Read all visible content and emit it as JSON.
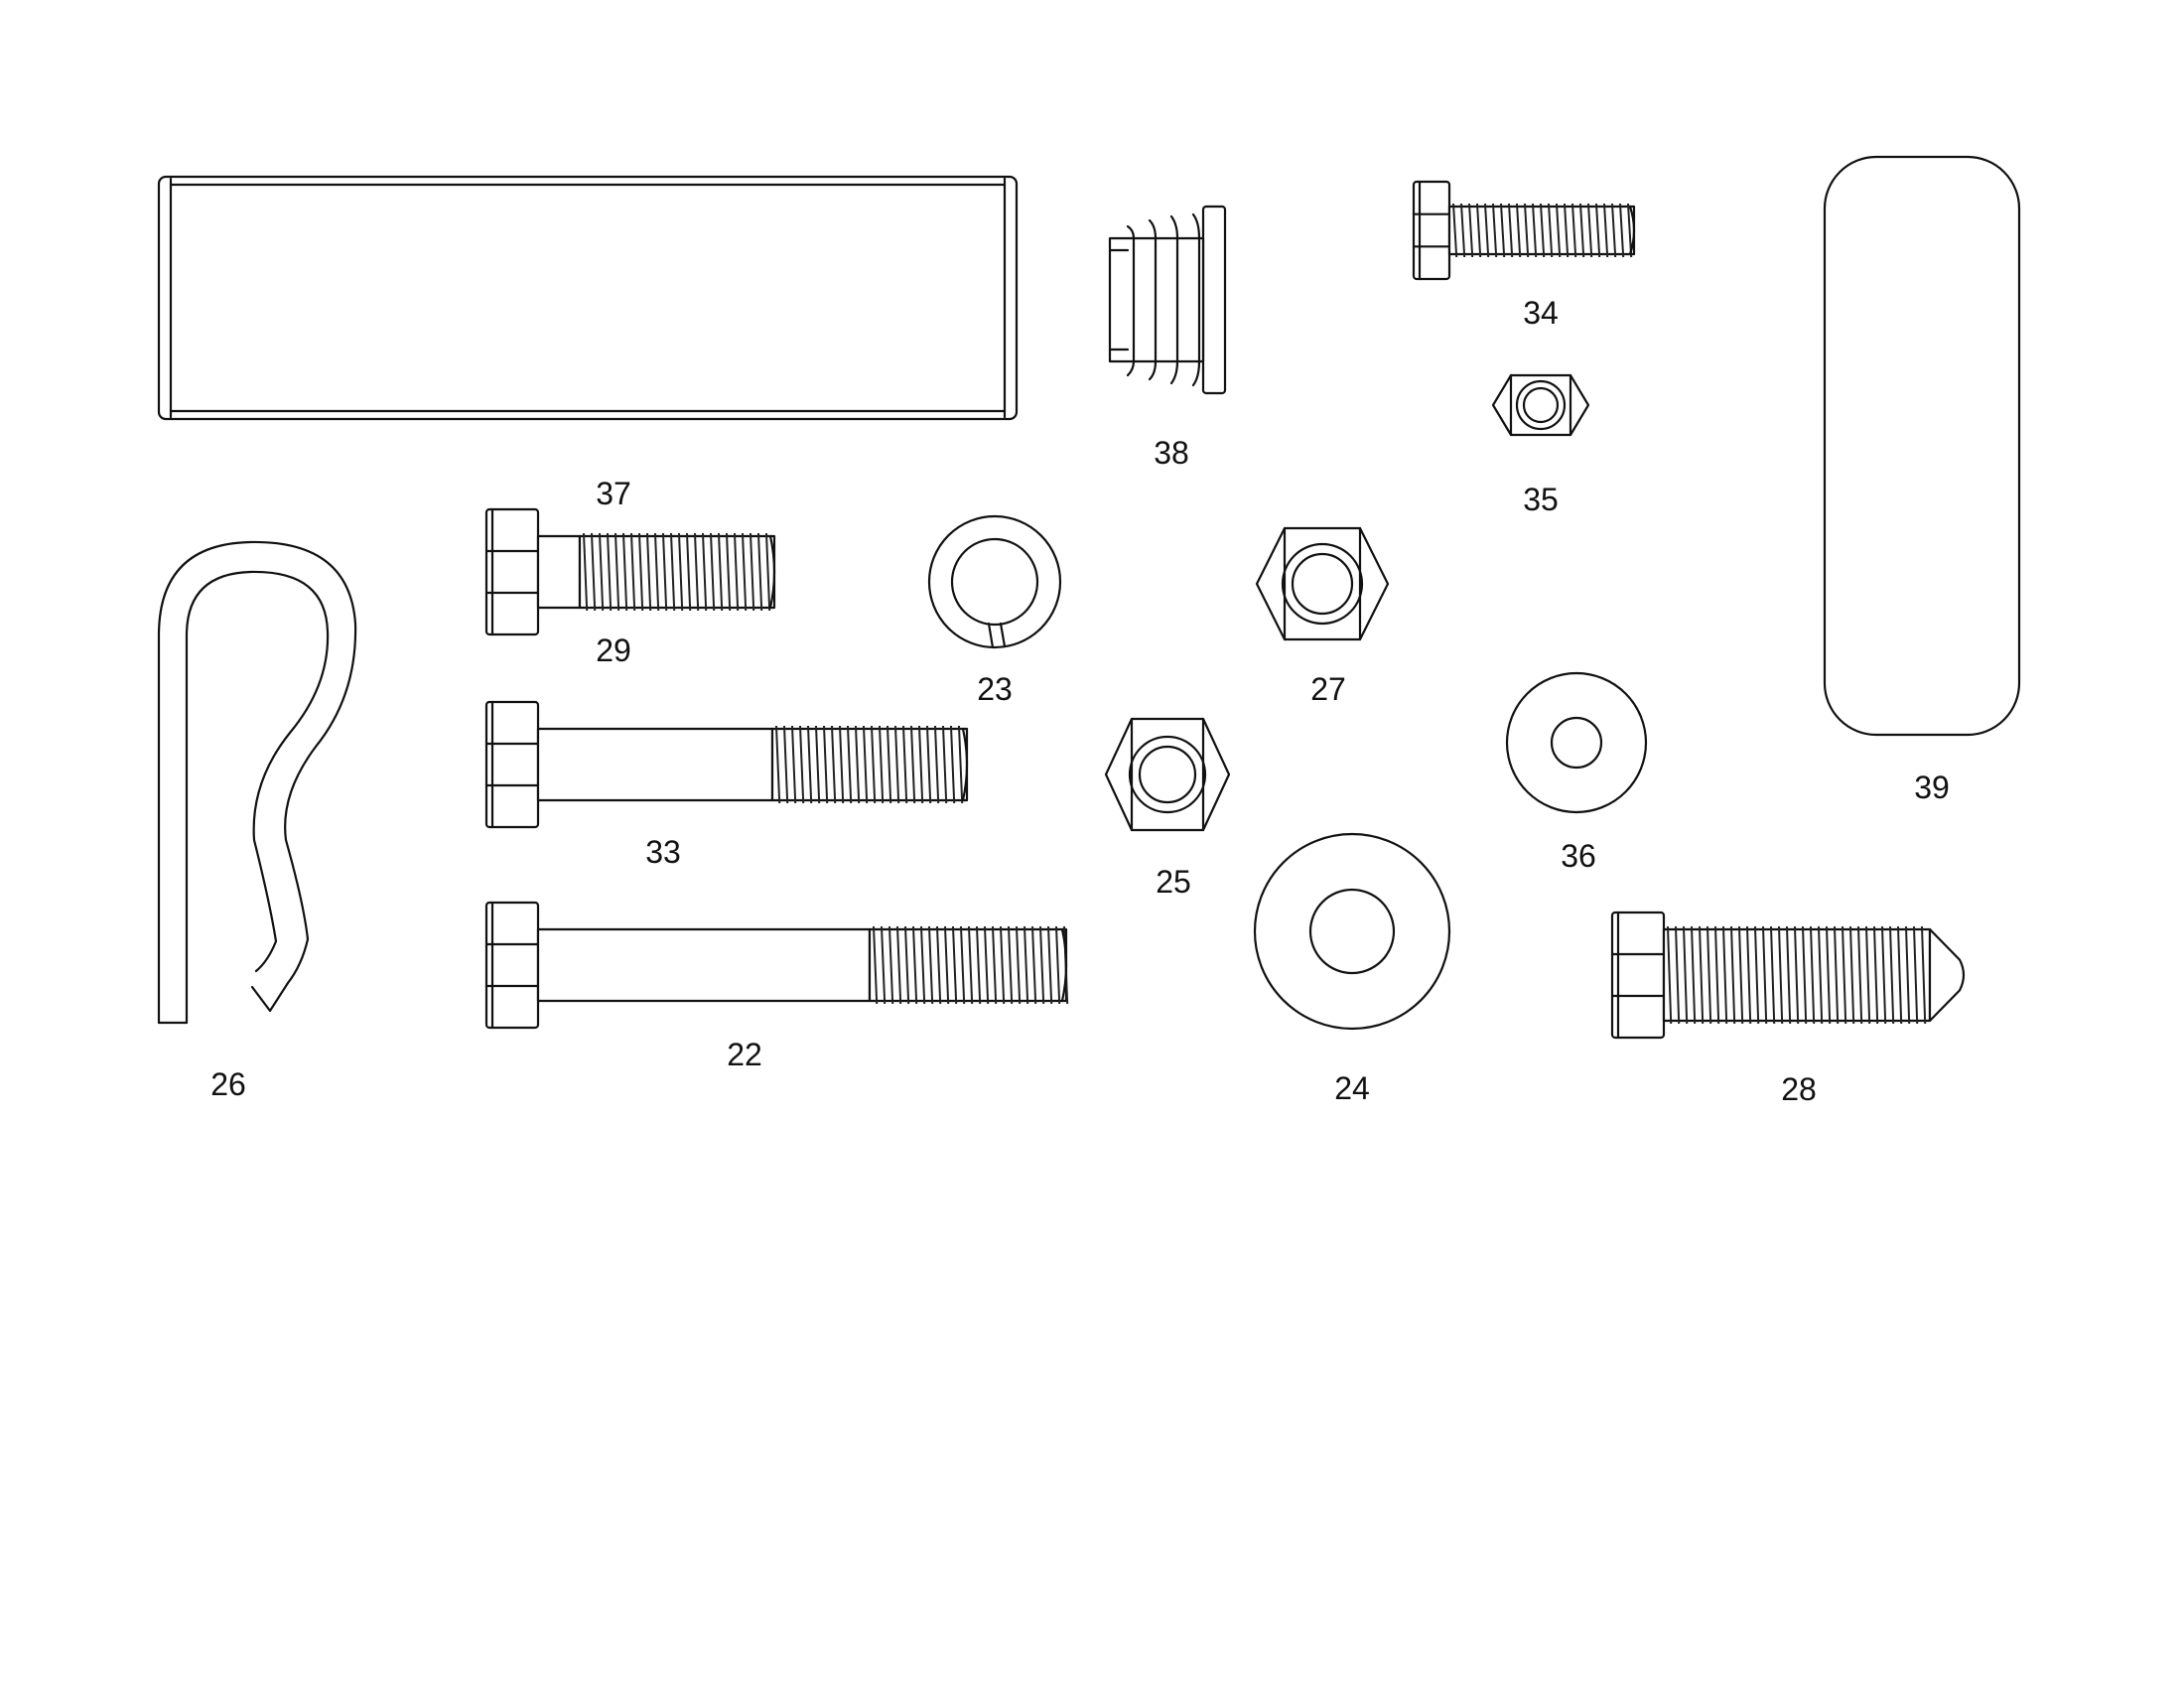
{
  "parts": [
    {
      "key": "p37",
      "label": "37",
      "name": "clevis pin"
    },
    {
      "key": "p38",
      "label": "38",
      "name": "tube plug"
    },
    {
      "key": "p34",
      "label": "34",
      "name": "hex bolt"
    },
    {
      "key": "p35",
      "label": "35",
      "name": "lock nut"
    },
    {
      "key": "p39",
      "label": "39",
      "name": "grip"
    },
    {
      "key": "p26",
      "label": "26",
      "name": "hair pin clip"
    },
    {
      "key": "p29",
      "label": "29",
      "name": "hex bolt"
    },
    {
      "key": "p23",
      "label": "23",
      "name": "lock washer"
    },
    {
      "key": "p27",
      "label": "27",
      "name": "lock nut"
    },
    {
      "key": "p33",
      "label": "33",
      "name": "hex bolt"
    },
    {
      "key": "p25",
      "label": "25",
      "name": "lock nut"
    },
    {
      "key": "p36",
      "label": "36",
      "name": "flat washer"
    },
    {
      "key": "p22",
      "label": "22",
      "name": "hex bolt"
    },
    {
      "key": "p24",
      "label": "24",
      "name": "flat washer"
    },
    {
      "key": "p28",
      "label": "28",
      "name": "hex bolt"
    }
  ],
  "labels": {
    "p37": "37",
    "p38": "38",
    "p34": "34",
    "p35": "35",
    "p39": "39",
    "p26": "26",
    "p29": "29",
    "p23": "23",
    "p27": "27",
    "p33": "33",
    "p25": "25",
    "p36": "36",
    "p22": "22",
    "p24": "24",
    "p28": "28"
  }
}
